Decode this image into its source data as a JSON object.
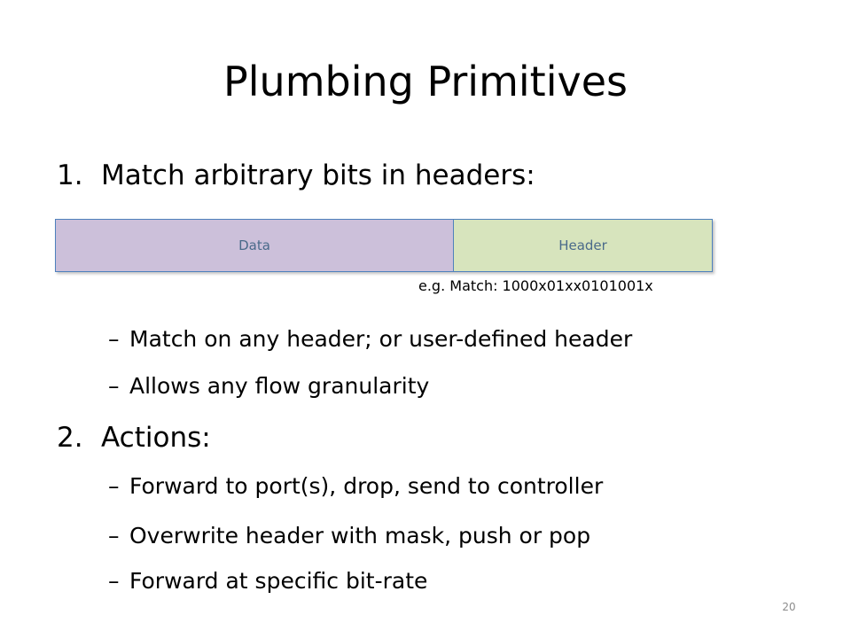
{
  "slide": {
    "title": "Plumbing Primitives",
    "item1": {
      "number": "1.",
      "text": "Match arbitrary bits in headers:"
    },
    "packet": {
      "data_label": "Data",
      "header_label": "Header",
      "data_color": "#ccc0da",
      "header_color": "#d7e4bd",
      "border_color": "#4f81bd"
    },
    "example": "e.g. Match: 1000x01xx0101001x",
    "sub1": [
      {
        "dash": "–",
        "text": "Match on any header; or user-defined header"
      },
      {
        "dash": "–",
        "text": "Allows any flow granularity"
      }
    ],
    "item2": {
      "number": "2.",
      "text": "Actions:"
    },
    "sub2": [
      {
        "dash": "–",
        "text": "Forward to port(s), drop, send to controller"
      },
      {
        "dash": "–",
        "text": "Overwrite header with mask, push or pop"
      },
      {
        "dash": "–",
        "text": "Forward at specific bit-rate"
      }
    ],
    "page_number": "20"
  }
}
